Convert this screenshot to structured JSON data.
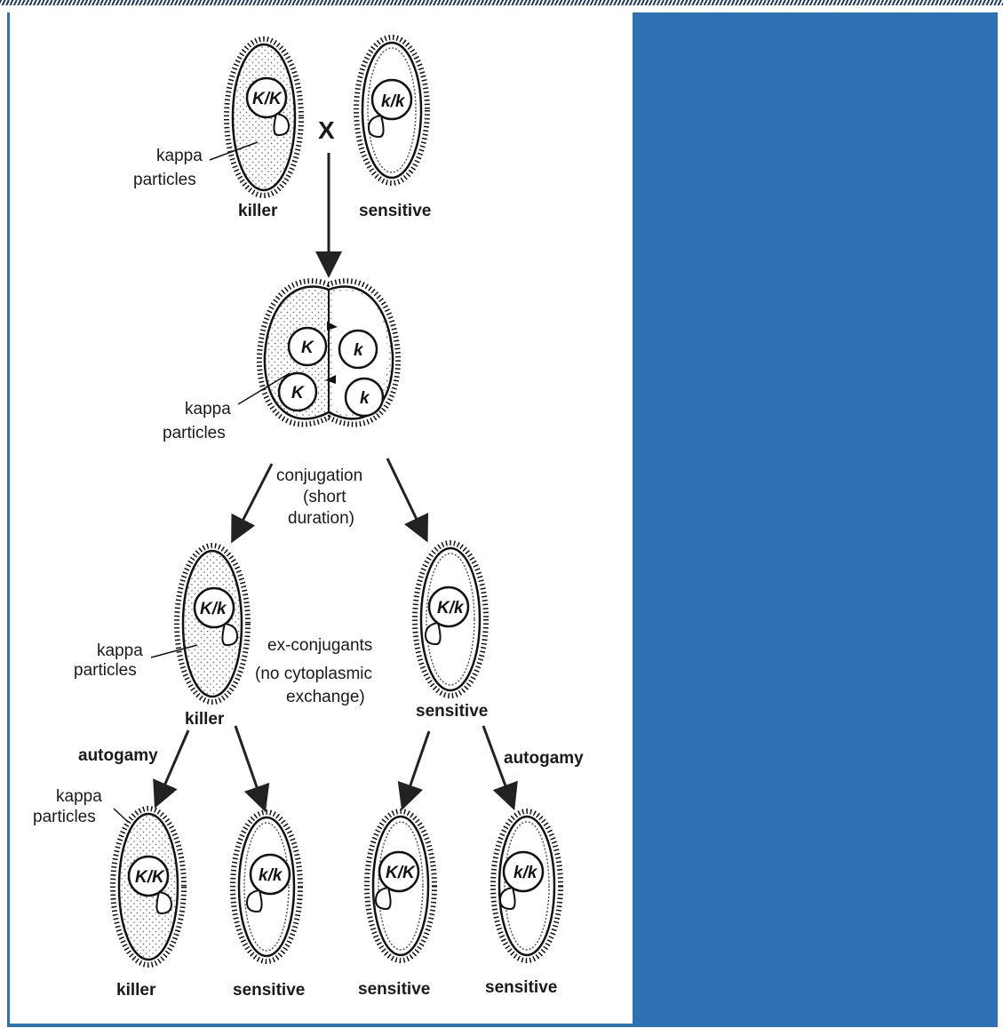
{
  "diagram": {
    "top": {
      "killer_genotype": "K/K",
      "sensitive_genotype": "k/k",
      "cross_symbol": "X",
      "kappa_label_1": "kappa",
      "kappa_label_2": "particles",
      "killer_label": "killer",
      "sensitive_label": "sensitive"
    },
    "conjugating": {
      "nuclei": [
        "K",
        "k",
        "K",
        "k"
      ],
      "kappa_label_1": "kappa",
      "kappa_label_2": "particles"
    },
    "conjugation_text": [
      "conjugation",
      "(short",
      "duration)"
    ],
    "ex_conjugants": {
      "killer_genotype": "K/k",
      "sensitive_genotype": "K/k",
      "kappa_label_1": "kappa",
      "kappa_label_2": "particles",
      "text": [
        "ex-conjugants",
        "(no cytoplasmic",
        "exchange)"
      ],
      "killer_label": "killer",
      "sensitive_label": "sensitive"
    },
    "autogamy_left": "autogamy",
    "autogamy_right": "autogamy",
    "bottom": {
      "kappa_label_1": "kappa",
      "kappa_label_2": "particles",
      "genotypes": [
        "K/K",
        "k/k",
        "K/K",
        "k/k"
      ],
      "labels": [
        "killer",
        "sensitive",
        "sensitive",
        "sensitive"
      ]
    }
  },
  "colors": {
    "panel_blue": "#2e72b4",
    "ink": "#1a1a1a"
  }
}
